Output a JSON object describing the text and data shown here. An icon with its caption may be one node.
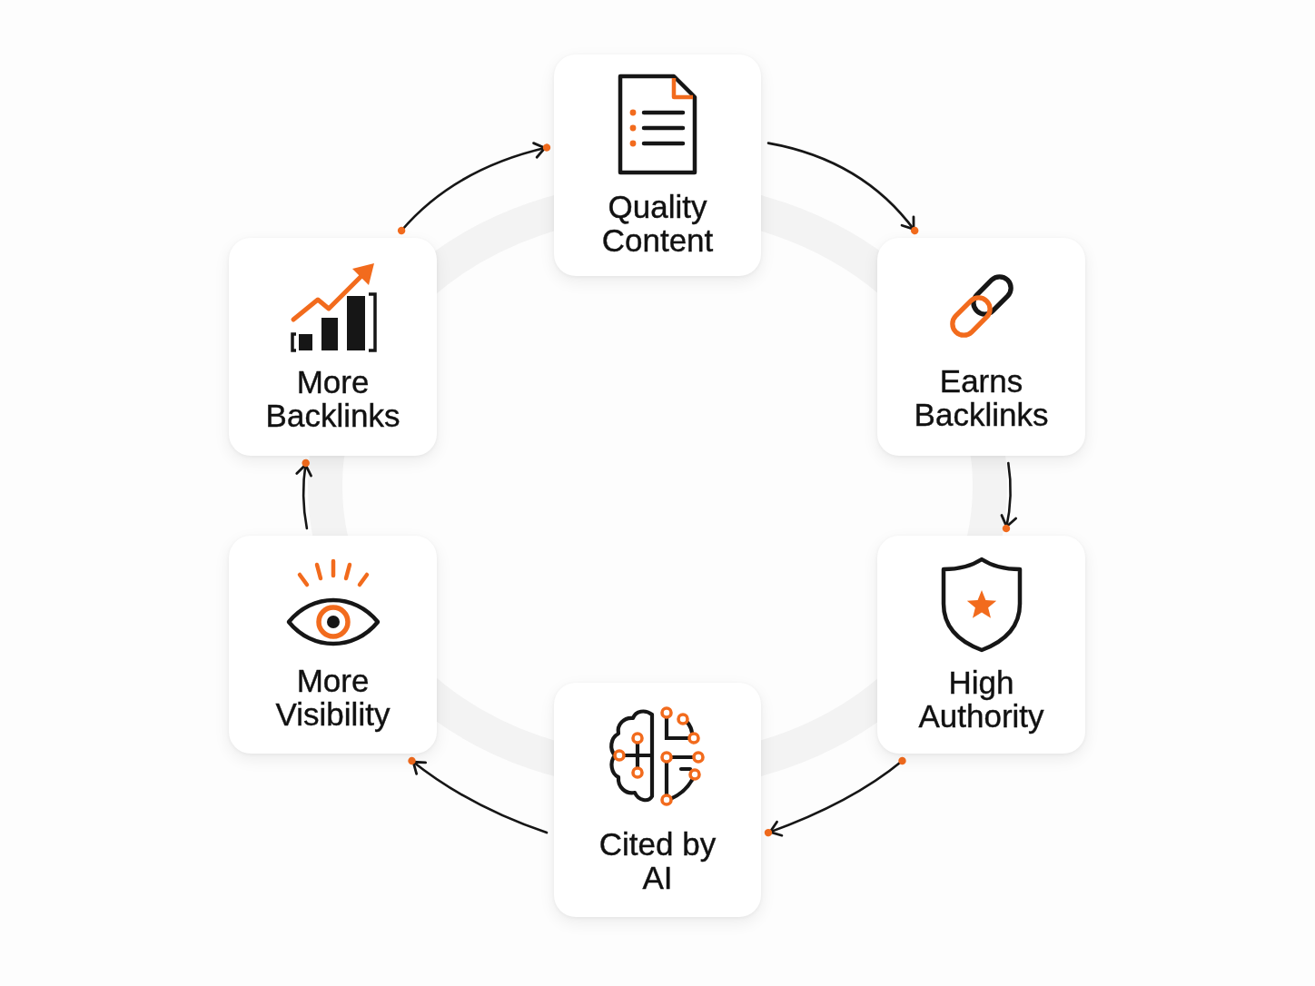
{
  "diagram": {
    "nodes": [
      {
        "text": [
          "Quality Content"
        ]
      },
      {
        "text": [
          "Earns Backlinks"
        ]
      },
      {
        "text": [
          "High Authority"
        ]
      },
      {
        "text": [
          "Cited by AI"
        ]
      },
      {
        "text": [
          "More Visibility"
        ]
      },
      {
        "text": [
          "More Backlinks"
        ]
      }
    ],
    "edges": [
      {
        "from": 0,
        "to": 1,
        "arrow": "to"
      },
      {
        "from": 1,
        "to": 2,
        "arrow": "to"
      },
      {
        "from": 2,
        "to": 3,
        "arrow": "to"
      },
      {
        "from": 3,
        "to": 4,
        "arrow": "to"
      },
      {
        "from": 4,
        "to": 5,
        "arrow": "to"
      },
      {
        "from": 5,
        "to": 0,
        "arrow": "to"
      }
    ]
  }
}
